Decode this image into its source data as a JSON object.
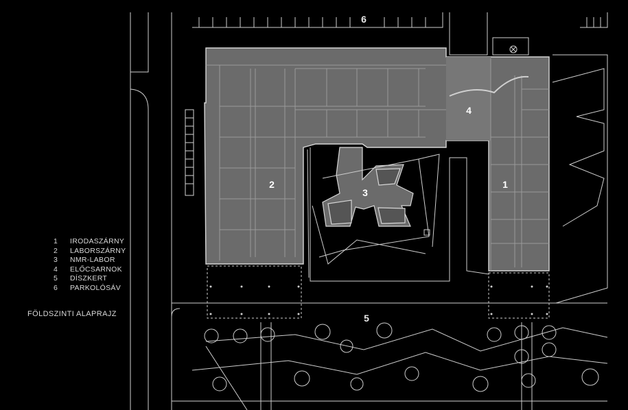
{
  "colors": {
    "background": "#000000",
    "building_fill": "#6b6b6b",
    "line": "#cfcfcf",
    "wall": "#d6d6d6"
  },
  "legend": [
    {
      "num": "1",
      "label": "IRODASZÁRNY"
    },
    {
      "num": "2",
      "label": "LABORSZÁRNY"
    },
    {
      "num": "3",
      "label": "NMR-LABOR"
    },
    {
      "num": "4",
      "label": "ELŐCSARNOK"
    },
    {
      "num": "5",
      "label": "DÍSZKERT"
    },
    {
      "num": "6",
      "label": "PARKOLÓSÁV"
    }
  ],
  "plan_title": "FÖLDSZINTI ALAPRAJZ",
  "plan_labels": {
    "office_wing": "1",
    "lab_wing": "2",
    "nmr_lab": "3",
    "lobby": "4",
    "garden": "5",
    "parking": "6"
  }
}
